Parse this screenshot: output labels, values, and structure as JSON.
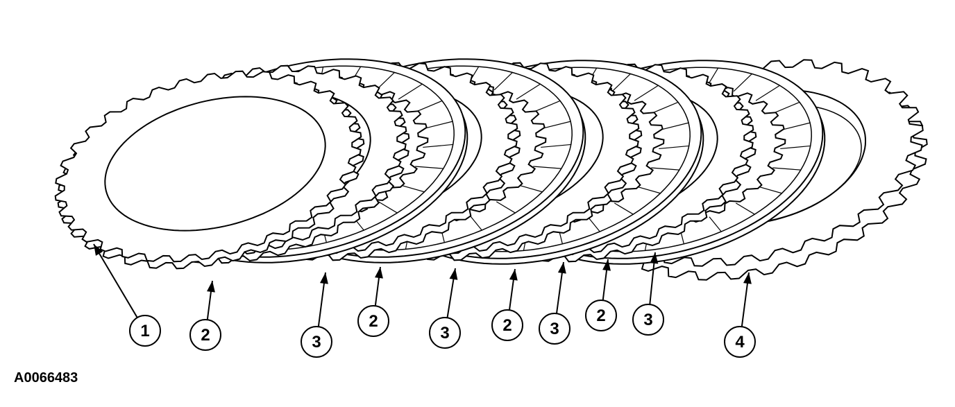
{
  "figure_code": "A0066483",
  "callouts": [
    {
      "label": "1"
    },
    {
      "label": "2"
    },
    {
      "label": "3"
    },
    {
      "label": "2"
    },
    {
      "label": "3"
    },
    {
      "label": "2"
    },
    {
      "label": "3"
    },
    {
      "label": "2"
    },
    {
      "label": "3"
    },
    {
      "label": "4"
    }
  ],
  "colors": {
    "line": "#000000",
    "background": "#ffffff"
  }
}
